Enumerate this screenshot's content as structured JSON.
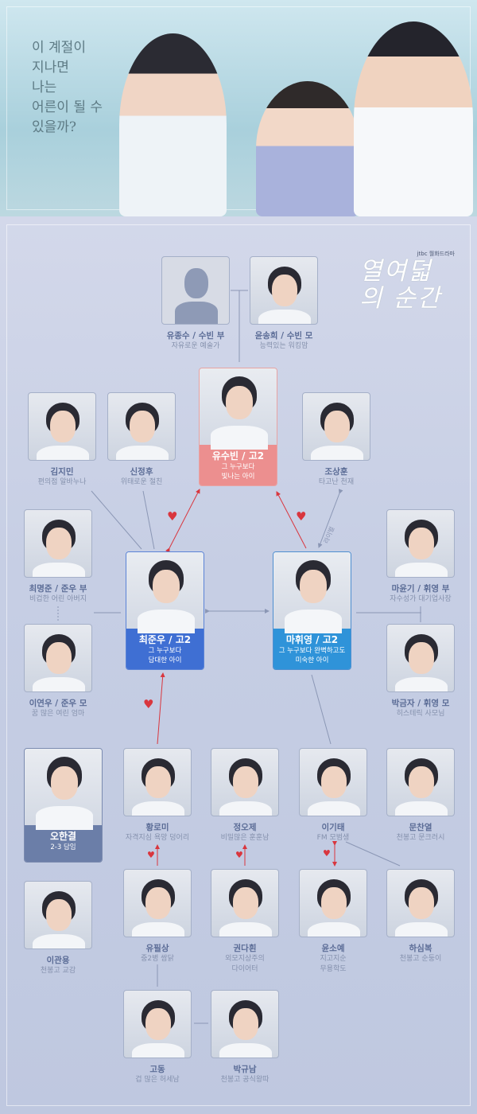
{
  "hero": {
    "tagline": "이 계절이\n지나면\n나는\n어른이 될 수\n있을까?"
  },
  "logo": {
    "network": "jtbc 월화드라마",
    "title": "열여덟의 순간"
  },
  "colors": {
    "suvin": "#ec8f8f",
    "junwoo": "#3f6fd3",
    "hwiyoung": "#2f93d9",
    "teacher": "#6b7ea8",
    "line": "#8b97b5",
    "love": "#d9363e"
  },
  "featured": [
    {
      "id": "suvin",
      "name": "유수빈 / 고2",
      "desc": "그 누구보다\n빛나는 아이"
    },
    {
      "id": "junwoo",
      "name": "최준우 / 고2",
      "desc": "그 누구보다\n담대한 아이"
    },
    {
      "id": "hwiyoung",
      "name": "마휘영 / 고2",
      "desc": "그 누구보다 완벽하고도\n미숙한 아이"
    },
    {
      "id": "teacher",
      "name": "오한결",
      "desc": "2-3 담임"
    }
  ],
  "people": [
    {
      "id": "jongsu",
      "name": "유종수 / 수빈 부",
      "desc": "자유로운 예술가",
      "photo": "silhouette"
    },
    {
      "id": "songhee",
      "name": "윤송희 / 수빈 모",
      "desc": "능력있는 워킹맘"
    },
    {
      "id": "jimin",
      "name": "김지민",
      "desc": "편의점 알바누나"
    },
    {
      "id": "jeonghu",
      "name": "신정후",
      "desc": "위태로운 절친"
    },
    {
      "id": "sanghun",
      "name": "조상훈",
      "desc": "타고난 천재"
    },
    {
      "id": "myeongjun",
      "name": "최명준 / 준우 부",
      "desc": "비겁한 어린 아버지"
    },
    {
      "id": "yungi",
      "name": "마윤기 / 휘영 부",
      "desc": "자수성가 대기업사장"
    },
    {
      "id": "yeonu",
      "name": "이연우 / 준우 모",
      "desc": "꿈 많은 여린 엄마"
    },
    {
      "id": "geumja",
      "name": "박금자 / 휘영 모",
      "desc": "히스테릭 사모님"
    },
    {
      "id": "romi",
      "name": "황로미",
      "desc": "자격지심 욕망 덩어리"
    },
    {
      "id": "oje",
      "name": "정오제",
      "desc": "비밀많은 훈훈남"
    },
    {
      "id": "gitae",
      "name": "이기태",
      "desc": "FM 모범생"
    },
    {
      "id": "chanyeol",
      "name": "문찬열",
      "desc": "천봉고 문크러시"
    },
    {
      "id": "gwanyong",
      "name": "이관용",
      "desc": "천봉고 교감"
    },
    {
      "id": "pilsang",
      "name": "유필상",
      "desc": "중2병 쌈닭"
    },
    {
      "id": "dahwin",
      "name": "권다흰",
      "desc": "외모지상주의\n다이어터"
    },
    {
      "id": "soye",
      "name": "윤소예",
      "desc": "지고지순\n무용학도"
    },
    {
      "id": "simbok",
      "name": "하심복",
      "desc": "천봉고 순둥이"
    },
    {
      "id": "godong",
      "name": "고동",
      "desc": "겁 많은 허세남"
    },
    {
      "id": "gyunam",
      "name": "박규남",
      "desc": "천봉고 공식왕따"
    }
  ],
  "relations": {
    "rival_label": "라이벌",
    "love_icon": "heart-icon"
  }
}
